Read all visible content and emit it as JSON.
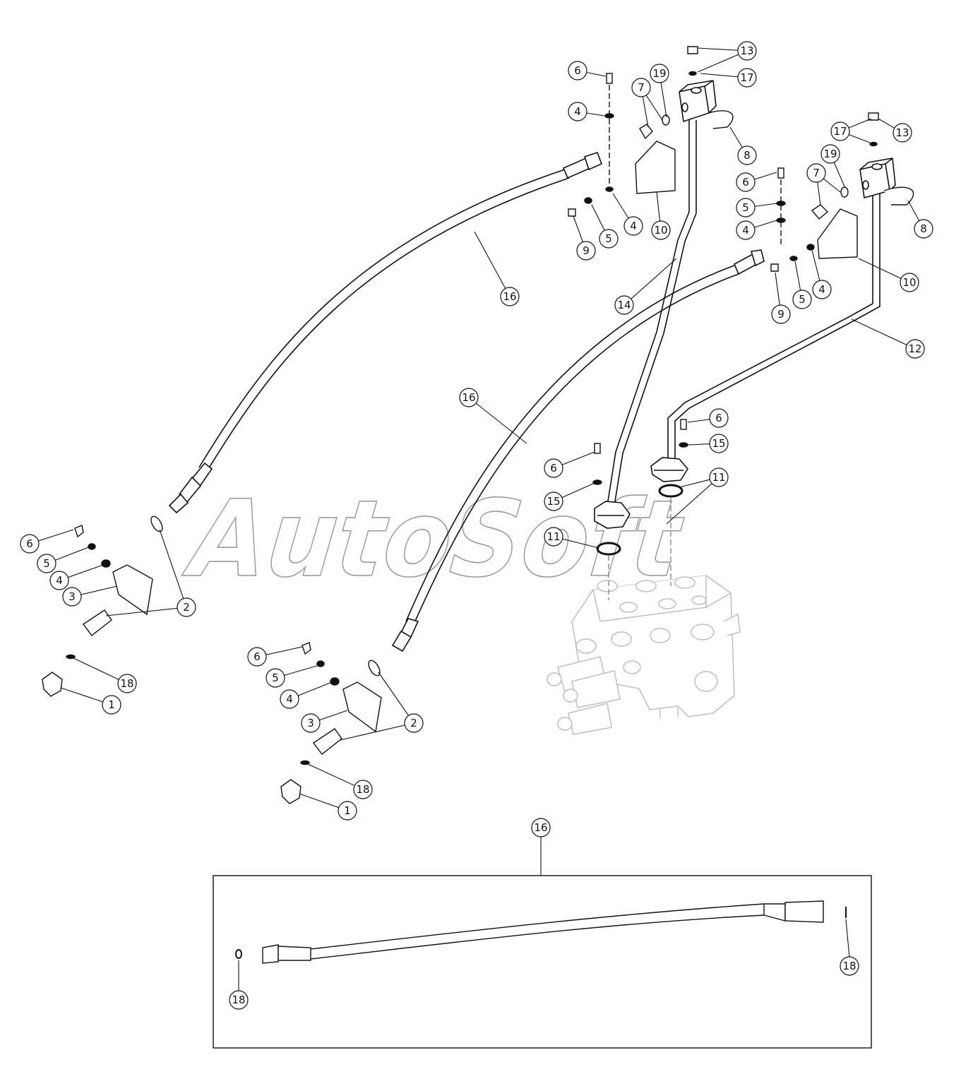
{
  "watermark": {
    "text": "AutoSoft"
  },
  "colors": {
    "line": "#111111",
    "valve": "#bdbdbd",
    "watermark_stroke": "#9a9a9a"
  },
  "callouts": [
    {
      "id": "c13a",
      "label": "13"
    },
    {
      "id": "c17a",
      "label": "17"
    },
    {
      "id": "c6a",
      "label": "6"
    },
    {
      "id": "c19a",
      "label": "19"
    },
    {
      "id": "c7a",
      "label": "7"
    },
    {
      "id": "c4a",
      "label": "4"
    },
    {
      "id": "c8a",
      "label": "8"
    },
    {
      "id": "c9a",
      "label": "9"
    },
    {
      "id": "c5a",
      "label": "5"
    },
    {
      "id": "c4b",
      "label": "4"
    },
    {
      "id": "c10a",
      "label": "10"
    },
    {
      "id": "c16a",
      "label": "16"
    },
    {
      "id": "c14",
      "label": "14"
    },
    {
      "id": "c17b",
      "label": "17"
    },
    {
      "id": "c13b",
      "label": "13"
    },
    {
      "id": "c19b",
      "label": "19"
    },
    {
      "id": "c7b",
      "label": "7"
    },
    {
      "id": "c6b",
      "label": "6"
    },
    {
      "id": "c5b",
      "label": "5"
    },
    {
      "id": "c4c",
      "label": "4"
    },
    {
      "id": "c8b",
      "label": "8"
    },
    {
      "id": "c10b",
      "label": "10"
    },
    {
      "id": "c9b",
      "label": "9"
    },
    {
      "id": "c5c",
      "label": "5"
    },
    {
      "id": "c4d",
      "label": "4"
    },
    {
      "id": "c12",
      "label": "12"
    },
    {
      "id": "c16b",
      "label": "16"
    },
    {
      "id": "c6c",
      "label": "6"
    },
    {
      "id": "c15a",
      "label": "15"
    },
    {
      "id": "c6d",
      "label": "6"
    },
    {
      "id": "c15b",
      "label": "15"
    },
    {
      "id": "c11a",
      "label": "11"
    },
    {
      "id": "c11b",
      "label": "11"
    },
    {
      "id": "c6e",
      "label": "6"
    },
    {
      "id": "c5d",
      "label": "5"
    },
    {
      "id": "c4e",
      "label": "4"
    },
    {
      "id": "c3a",
      "label": "3"
    },
    {
      "id": "c2a",
      "label": "2"
    },
    {
      "id": "c18a",
      "label": "18"
    },
    {
      "id": "c1a",
      "label": "1"
    },
    {
      "id": "c6f",
      "label": "6"
    },
    {
      "id": "c5e",
      "label": "5"
    },
    {
      "id": "c4f",
      "label": "4"
    },
    {
      "id": "c3b",
      "label": "3"
    },
    {
      "id": "c2b",
      "label": "2"
    },
    {
      "id": "c18b",
      "label": "18"
    },
    {
      "id": "c1b",
      "label": "1"
    },
    {
      "id": "c16c",
      "label": "16"
    },
    {
      "id": "c18c",
      "label": "18"
    },
    {
      "id": "c18d",
      "label": "18"
    }
  ]
}
